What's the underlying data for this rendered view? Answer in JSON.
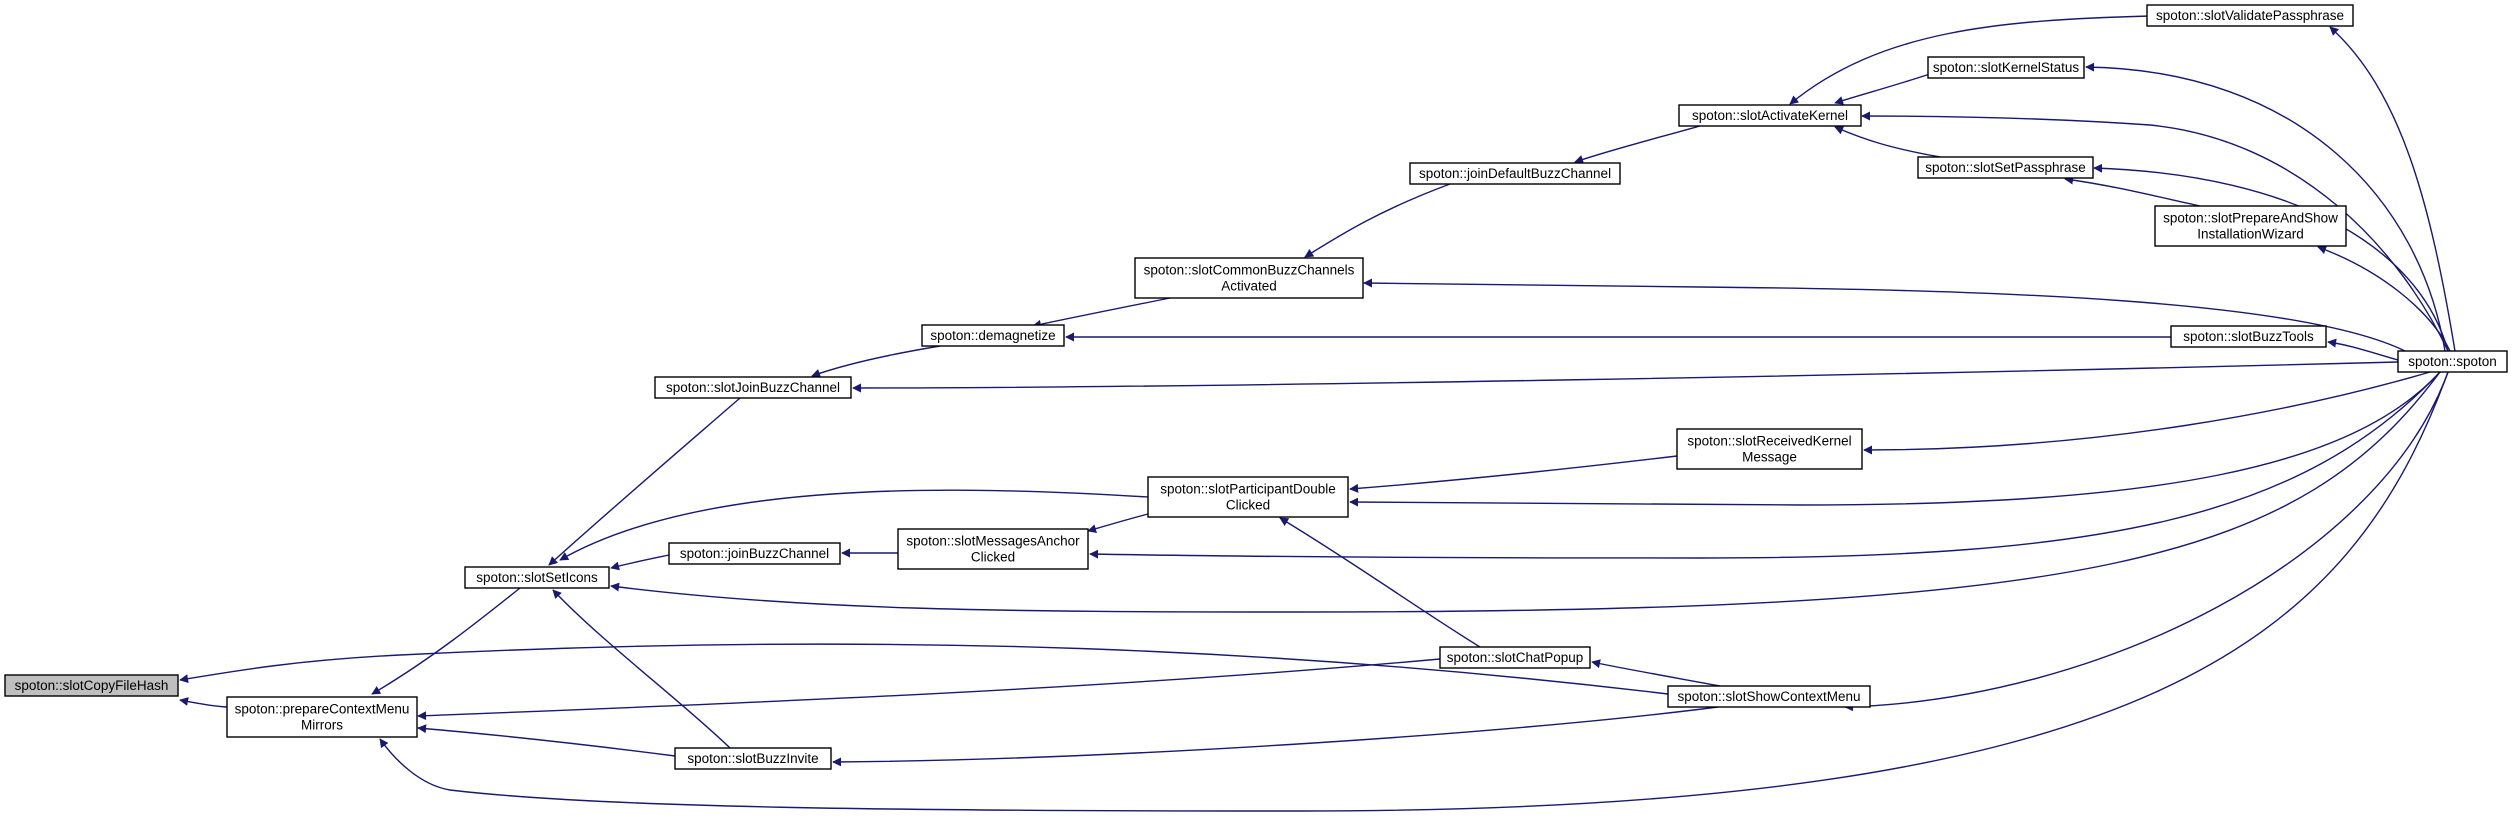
{
  "diagram": {
    "edge_color": "#191970",
    "root_fill": "#bfbfbf",
    "nodes": [
      {
        "id": "slotCopyFileHash",
        "lines": [
          "spoton::slotCopyFileHash"
        ],
        "root": true
      },
      {
        "id": "prepareContextMenuMirrors",
        "lines": [
          "spoton::prepareContextMenu",
          "Mirrors"
        ]
      },
      {
        "id": "slotSetIcons",
        "lines": [
          "spoton::slotSetIcons"
        ]
      },
      {
        "id": "slotJoinBuzzChannel",
        "lines": [
          "spoton::slotJoinBuzzChannel"
        ]
      },
      {
        "id": "joinBuzzChannel",
        "lines": [
          "spoton::joinBuzzChannel"
        ]
      },
      {
        "id": "slotBuzzInvite",
        "lines": [
          "spoton::slotBuzzInvite"
        ]
      },
      {
        "id": "demagnetize",
        "lines": [
          "spoton::demagnetize"
        ]
      },
      {
        "id": "slotMessagesAnchorClicked",
        "lines": [
          "spoton::slotMessagesAnchor",
          "Clicked"
        ]
      },
      {
        "id": "slotCommonBuzzChannelsActivated",
        "lines": [
          "spoton::slotCommonBuzzChannels",
          "Activated"
        ]
      },
      {
        "id": "slotParticipantDoubleClicked",
        "lines": [
          "spoton::slotParticipantDouble",
          "Clicked"
        ]
      },
      {
        "id": "joinDefaultBuzzChannel",
        "lines": [
          "spoton::joinDefaultBuzzChannel"
        ]
      },
      {
        "id": "slotChatPopup",
        "lines": [
          "spoton::slotChatPopup"
        ]
      },
      {
        "id": "slotActivateKernel",
        "lines": [
          "spoton::slotActivateKernel"
        ]
      },
      {
        "id": "slotReceivedKernelMessage",
        "lines": [
          "spoton::slotReceivedKernel",
          "Message"
        ]
      },
      {
        "id": "slotShowContextMenu",
        "lines": [
          "spoton::slotShowContextMenu"
        ]
      },
      {
        "id": "slotKernelStatus",
        "lines": [
          "spoton::slotKernelStatus"
        ]
      },
      {
        "id": "slotSetPassphrase",
        "lines": [
          "spoton::slotSetPassphrase"
        ]
      },
      {
        "id": "slotValidatePassphrase",
        "lines": [
          "spoton::slotValidatePassphrase"
        ]
      },
      {
        "id": "slotPrepareAndShowInstallationWizard",
        "lines": [
          "spoton::slotPrepareAndShow",
          "InstallationWizard"
        ]
      },
      {
        "id": "slotBuzzTools",
        "lines": [
          "spoton::slotBuzzTools"
        ]
      },
      {
        "id": "spoton",
        "lines": [
          "spoton::spoton"
        ]
      }
    ],
    "edges": [
      {
        "from": "prepareContextMenuMirrors",
        "to": "slotCopyFileHash"
      },
      {
        "from": "slotShowContextMenu",
        "to": "slotCopyFileHash"
      },
      {
        "from": "slotSetIcons",
        "to": "prepareContextMenuMirrors"
      },
      {
        "from": "slotChatPopup",
        "to": "prepareContextMenuMirrors"
      },
      {
        "from": "slotBuzzInvite",
        "to": "prepareContextMenuMirrors"
      },
      {
        "from": "spoton",
        "to": "prepareContextMenuMirrors"
      },
      {
        "from": "slotJoinBuzzChannel",
        "to": "slotSetIcons"
      },
      {
        "from": "joinBuzzChannel",
        "to": "slotSetIcons"
      },
      {
        "from": "slotParticipantDoubleClicked",
        "to": "slotSetIcons"
      },
      {
        "from": "slotBuzzInvite",
        "to": "slotSetIcons"
      },
      {
        "from": "spoton",
        "to": "slotSetIcons"
      },
      {
        "from": "demagnetize",
        "to": "slotJoinBuzzChannel"
      },
      {
        "from": "spoton",
        "to": "slotJoinBuzzChannel"
      },
      {
        "from": "slotMessagesAnchorClicked",
        "to": "joinBuzzChannel"
      },
      {
        "from": "slotShowContextMenu",
        "to": "slotBuzzInvite"
      },
      {
        "from": "slotCommonBuzzChannelsActivated",
        "to": "demagnetize"
      },
      {
        "from": "slotBuzzTools",
        "to": "demagnetize"
      },
      {
        "from": "slotParticipantDoubleClicked",
        "to": "slotMessagesAnchorClicked"
      },
      {
        "from": "spoton",
        "to": "slotMessagesAnchorClicked"
      },
      {
        "from": "joinDefaultBuzzChannel",
        "to": "slotCommonBuzzChannelsActivated"
      },
      {
        "from": "spoton",
        "to": "slotCommonBuzzChannelsActivated"
      },
      {
        "from": "slotReceivedKernelMessage",
        "to": "slotParticipantDoubleClicked"
      },
      {
        "from": "spoton",
        "to": "slotParticipantDoubleClicked"
      },
      {
        "from": "slotChatPopup",
        "to": "slotParticipantDoubleClicked"
      },
      {
        "from": "slotActivateKernel",
        "to": "joinDefaultBuzzChannel"
      },
      {
        "from": "slotShowContextMenu",
        "to": "slotChatPopup"
      },
      {
        "from": "slotKernelStatus",
        "to": "slotActivateKernel"
      },
      {
        "from": "slotSetPassphrase",
        "to": "slotActivateKernel"
      },
      {
        "from": "slotValidatePassphrase",
        "to": "slotActivateKernel"
      },
      {
        "from": "spoton",
        "to": "slotActivateKernel"
      },
      {
        "from": "spoton",
        "to": "slotReceivedKernelMessage"
      },
      {
        "from": "spoton",
        "to": "slotShowContextMenu"
      },
      {
        "from": "spoton",
        "to": "slotKernelStatus"
      },
      {
        "from": "slotPrepareAndShowInstallationWizard",
        "to": "slotSetPassphrase"
      },
      {
        "from": "spoton",
        "to": "slotSetPassphrase"
      },
      {
        "from": "spoton",
        "to": "slotValidatePassphrase"
      },
      {
        "from": "spoton",
        "to": "slotPrepareAndShowInstallationWizard"
      },
      {
        "from": "spoton",
        "to": "slotBuzzTools"
      }
    ]
  }
}
